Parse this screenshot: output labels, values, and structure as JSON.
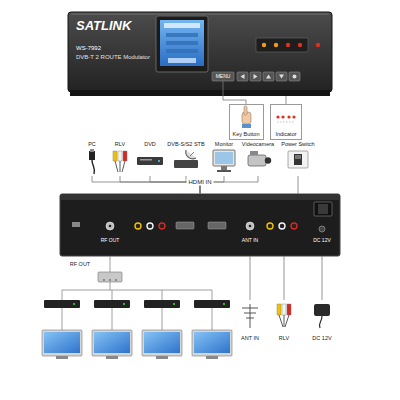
{
  "diagram": {
    "nodes": [
      {
        "text": [
          "SATLINK",
          "WS-7992",
          "DVB-T 2 ROUTE Modulator"
        ]
      },
      {
        "text": [
          "MENU"
        ],
        "in": 0
      },
      {
        "text": [
          "Key Button"
        ]
      },
      {
        "text": [
          "Indicator"
        ]
      },
      {
        "text": [
          "PC"
        ]
      },
      {
        "text": [
          "RLV"
        ]
      },
      {
        "text": [
          "DVD"
        ]
      },
      {
        "text": [
          "DVB-S/S2 STB"
        ]
      },
      {
        "text": [
          "Monitor"
        ]
      },
      {
        "text": [
          "Videocamera"
        ]
      },
      {
        "text": [
          "Power Switch"
        ]
      },
      {
        "text": [
          "RF OUT",
          "ANT IN",
          "DC 12V"
        ]
      },
      {
        "text": [
          "ANT IN"
        ]
      },
      {
        "text": [
          "RLV"
        ]
      },
      {
        "text": [
          "DC 12V"
        ]
      }
    ],
    "edges": [
      {
        "from": 1,
        "to": 2,
        "arrow": "none"
      },
      {
        "from": 0,
        "to": 3,
        "arrow": "none"
      },
      {
        "from": 4,
        "to": 11,
        "arrow": "none"
      },
      {
        "from": 5,
        "to": 11,
        "arrow": "none"
      },
      {
        "from": 6,
        "to": 11,
        "arrow": "none"
      },
      {
        "from": 7,
        "to": 11,
        "arrow": "none"
      },
      {
        "from": 8,
        "to": 11,
        "arrow": "none"
      },
      {
        "from": 9,
        "to": 11,
        "arrow": "none"
      },
      {
        "from": 10,
        "to": 11,
        "arrow": "none"
      },
      {
        "from": 11,
        "to": 12,
        "arrow": "none"
      },
      {
        "from": 11,
        "to": 13,
        "arrow": "none"
      },
      {
        "from": 11,
        "to": 14,
        "arrow": "none"
      }
    ],
    "labels": [
      "HDMI IN",
      "RF OUT"
    ]
  }
}
